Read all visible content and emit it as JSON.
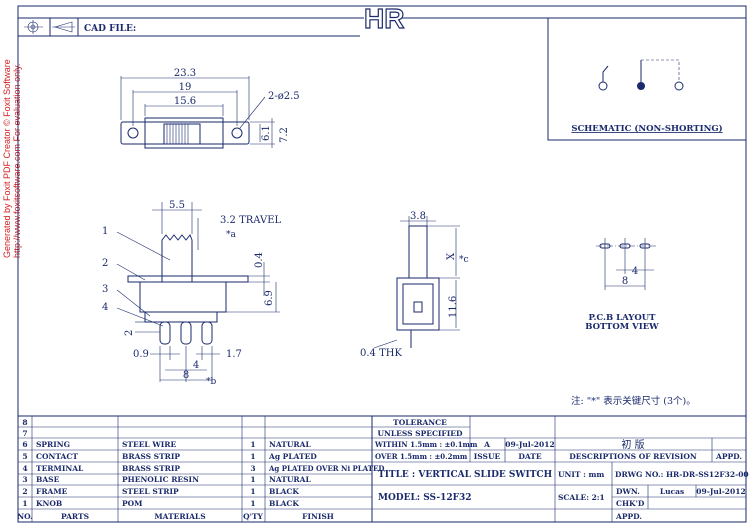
{
  "watermark": {
    "line1": "Generated by Foxit PDF Creator © Foxit Software",
    "line2": "http://www.foxitsoftware.com   For evaluation only."
  },
  "header": {
    "cad_label": "CAD FILE:",
    "logo_text": "HR"
  },
  "schematic": {
    "title": "SCHEMATIC (NON-SHORTING)"
  },
  "top_view": {
    "dim_overall": "23.3",
    "dim_mid": "19",
    "dim_inner": "15.6",
    "dim_hole": "2-ø2.5",
    "dim_w1": "6.1",
    "dim_w2": "7.2"
  },
  "front_view": {
    "dim_knob": "5.5",
    "travel": "3.2 TRAVEL",
    "travel_note": "*a",
    "dim_04": "0.4",
    "dim_69": "6.9",
    "dim_2": "2",
    "dim_09": "0.9",
    "dim_17": "1.7",
    "dim_4": "4",
    "dim_8": "8",
    "note_b": "*b",
    "callouts": [
      "1",
      "2",
      "3",
      "4"
    ]
  },
  "side_view": {
    "dim_38": "3.8",
    "x_label": "X",
    "note_c": "*c",
    "dim_116": "11.6",
    "thk": "0.4 THK"
  },
  "pcb": {
    "dim_4": "4",
    "dim_8": "8",
    "title1": "P.C.B LAYOUT",
    "title2": "BOTTOM VIEW"
  },
  "note": "注: \"*\" 表示关键尺寸 (3个)。",
  "bom": {
    "rows": [
      {
        "no": "8",
        "part": "",
        "material": "",
        "qty": "",
        "finish": ""
      },
      {
        "no": "7",
        "part": "",
        "material": "",
        "qty": "",
        "finish": ""
      },
      {
        "no": "6",
        "part": "SPRING",
        "material": "STEEL WIRE",
        "qty": "1",
        "finish": "NATURAL"
      },
      {
        "no": "5",
        "part": "CONTACT",
        "material": "BRASS STRIP",
        "qty": "1",
        "finish": "Ag PLATED"
      },
      {
        "no": "4",
        "part": "TERMINAL",
        "material": "BRASS STRIP",
        "qty": "3",
        "finish": "Ag PLATED OVER Ni PLATED"
      },
      {
        "no": "3",
        "part": "BASE",
        "material": "PHENOLIC RESIN",
        "qty": "1",
        "finish": "NATURAL"
      },
      {
        "no": "2",
        "part": "FRAME",
        "material": "STEEL STRIP",
        "qty": "1",
        "finish": "BLACK"
      },
      {
        "no": "1",
        "part": "KNOB",
        "material": "POM",
        "qty": "1",
        "finish": "BLACK"
      }
    ],
    "header": {
      "no": "NO.",
      "part": "PARTS",
      "material": "MATERIALS",
      "qty": "Q'TY",
      "finish": "FINISH"
    }
  },
  "title_block": {
    "tol_title1": "TOLERANCE",
    "tol_title2": "UNLESS SPECIFIED",
    "tol1": "WITHIN 1.5mm : ±0.1mm",
    "tol2": "OVER 1.5mm : ±0.2mm",
    "issue_val": "A",
    "date_val": "09-Jul-2012",
    "rev_desc": "初 版",
    "issue_label": "ISSUE",
    "date_label": "DATE",
    "desc_label": "DESCRIPTIONS OF REVISION",
    "appd_label": "APPD.",
    "title": "TITLE : VERTICAL SLIDE SWITCH",
    "unit": "UNIT : mm",
    "drwg": "DRWG NO.: HR-DR-SS12F32-00",
    "model": "MODEL: SS-12F32",
    "scale": "SCALE: 2:1",
    "dwn_label": "DWN.",
    "dwn_name": "Lucas",
    "dwn_date": "09-Jul-2012",
    "chkd_label": "CHK'D",
    "appd2_label": "APPD."
  }
}
